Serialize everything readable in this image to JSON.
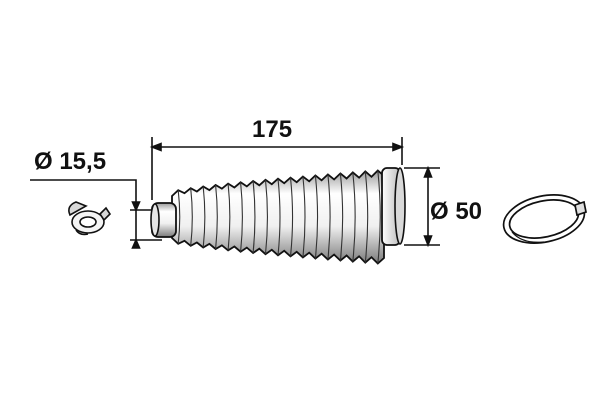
{
  "dimensions": {
    "length": "175",
    "small_diameter": "Ø 15,5",
    "large_diameter": "Ø 50"
  },
  "colors": {
    "line": "#111111",
    "boot_fill": "#f2f2f2",
    "boot_shade": "#8a8a8a",
    "background": "#ffffff"
  },
  "parts": [
    "small-hose-clamp",
    "bellows-boot",
    "large-band-clamp"
  ]
}
